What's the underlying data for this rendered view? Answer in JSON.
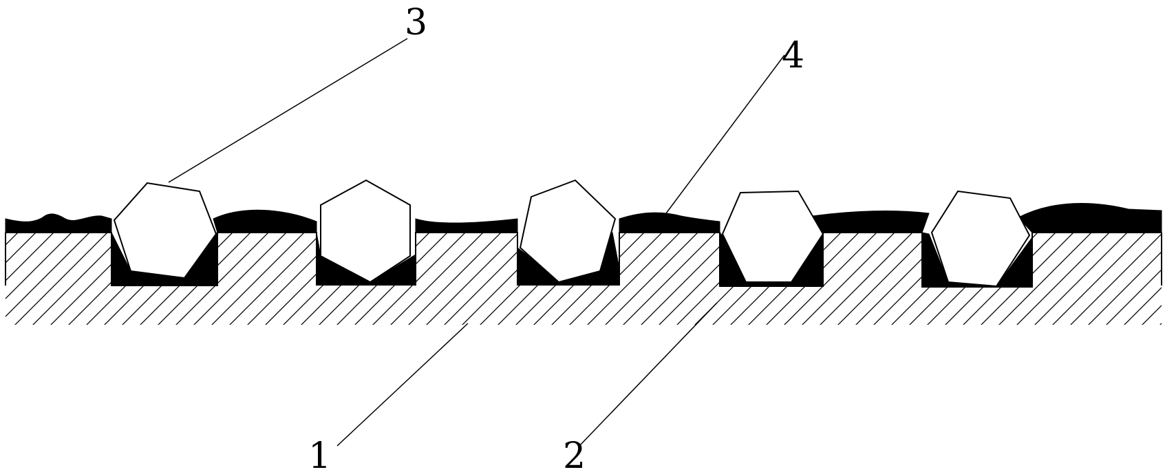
{
  "labels": {
    "part_1": "1",
    "part_2": "2",
    "part_3": "3",
    "part_4": "4"
  },
  "colors": {
    "line": "#000000",
    "background": "#ffffff"
  }
}
